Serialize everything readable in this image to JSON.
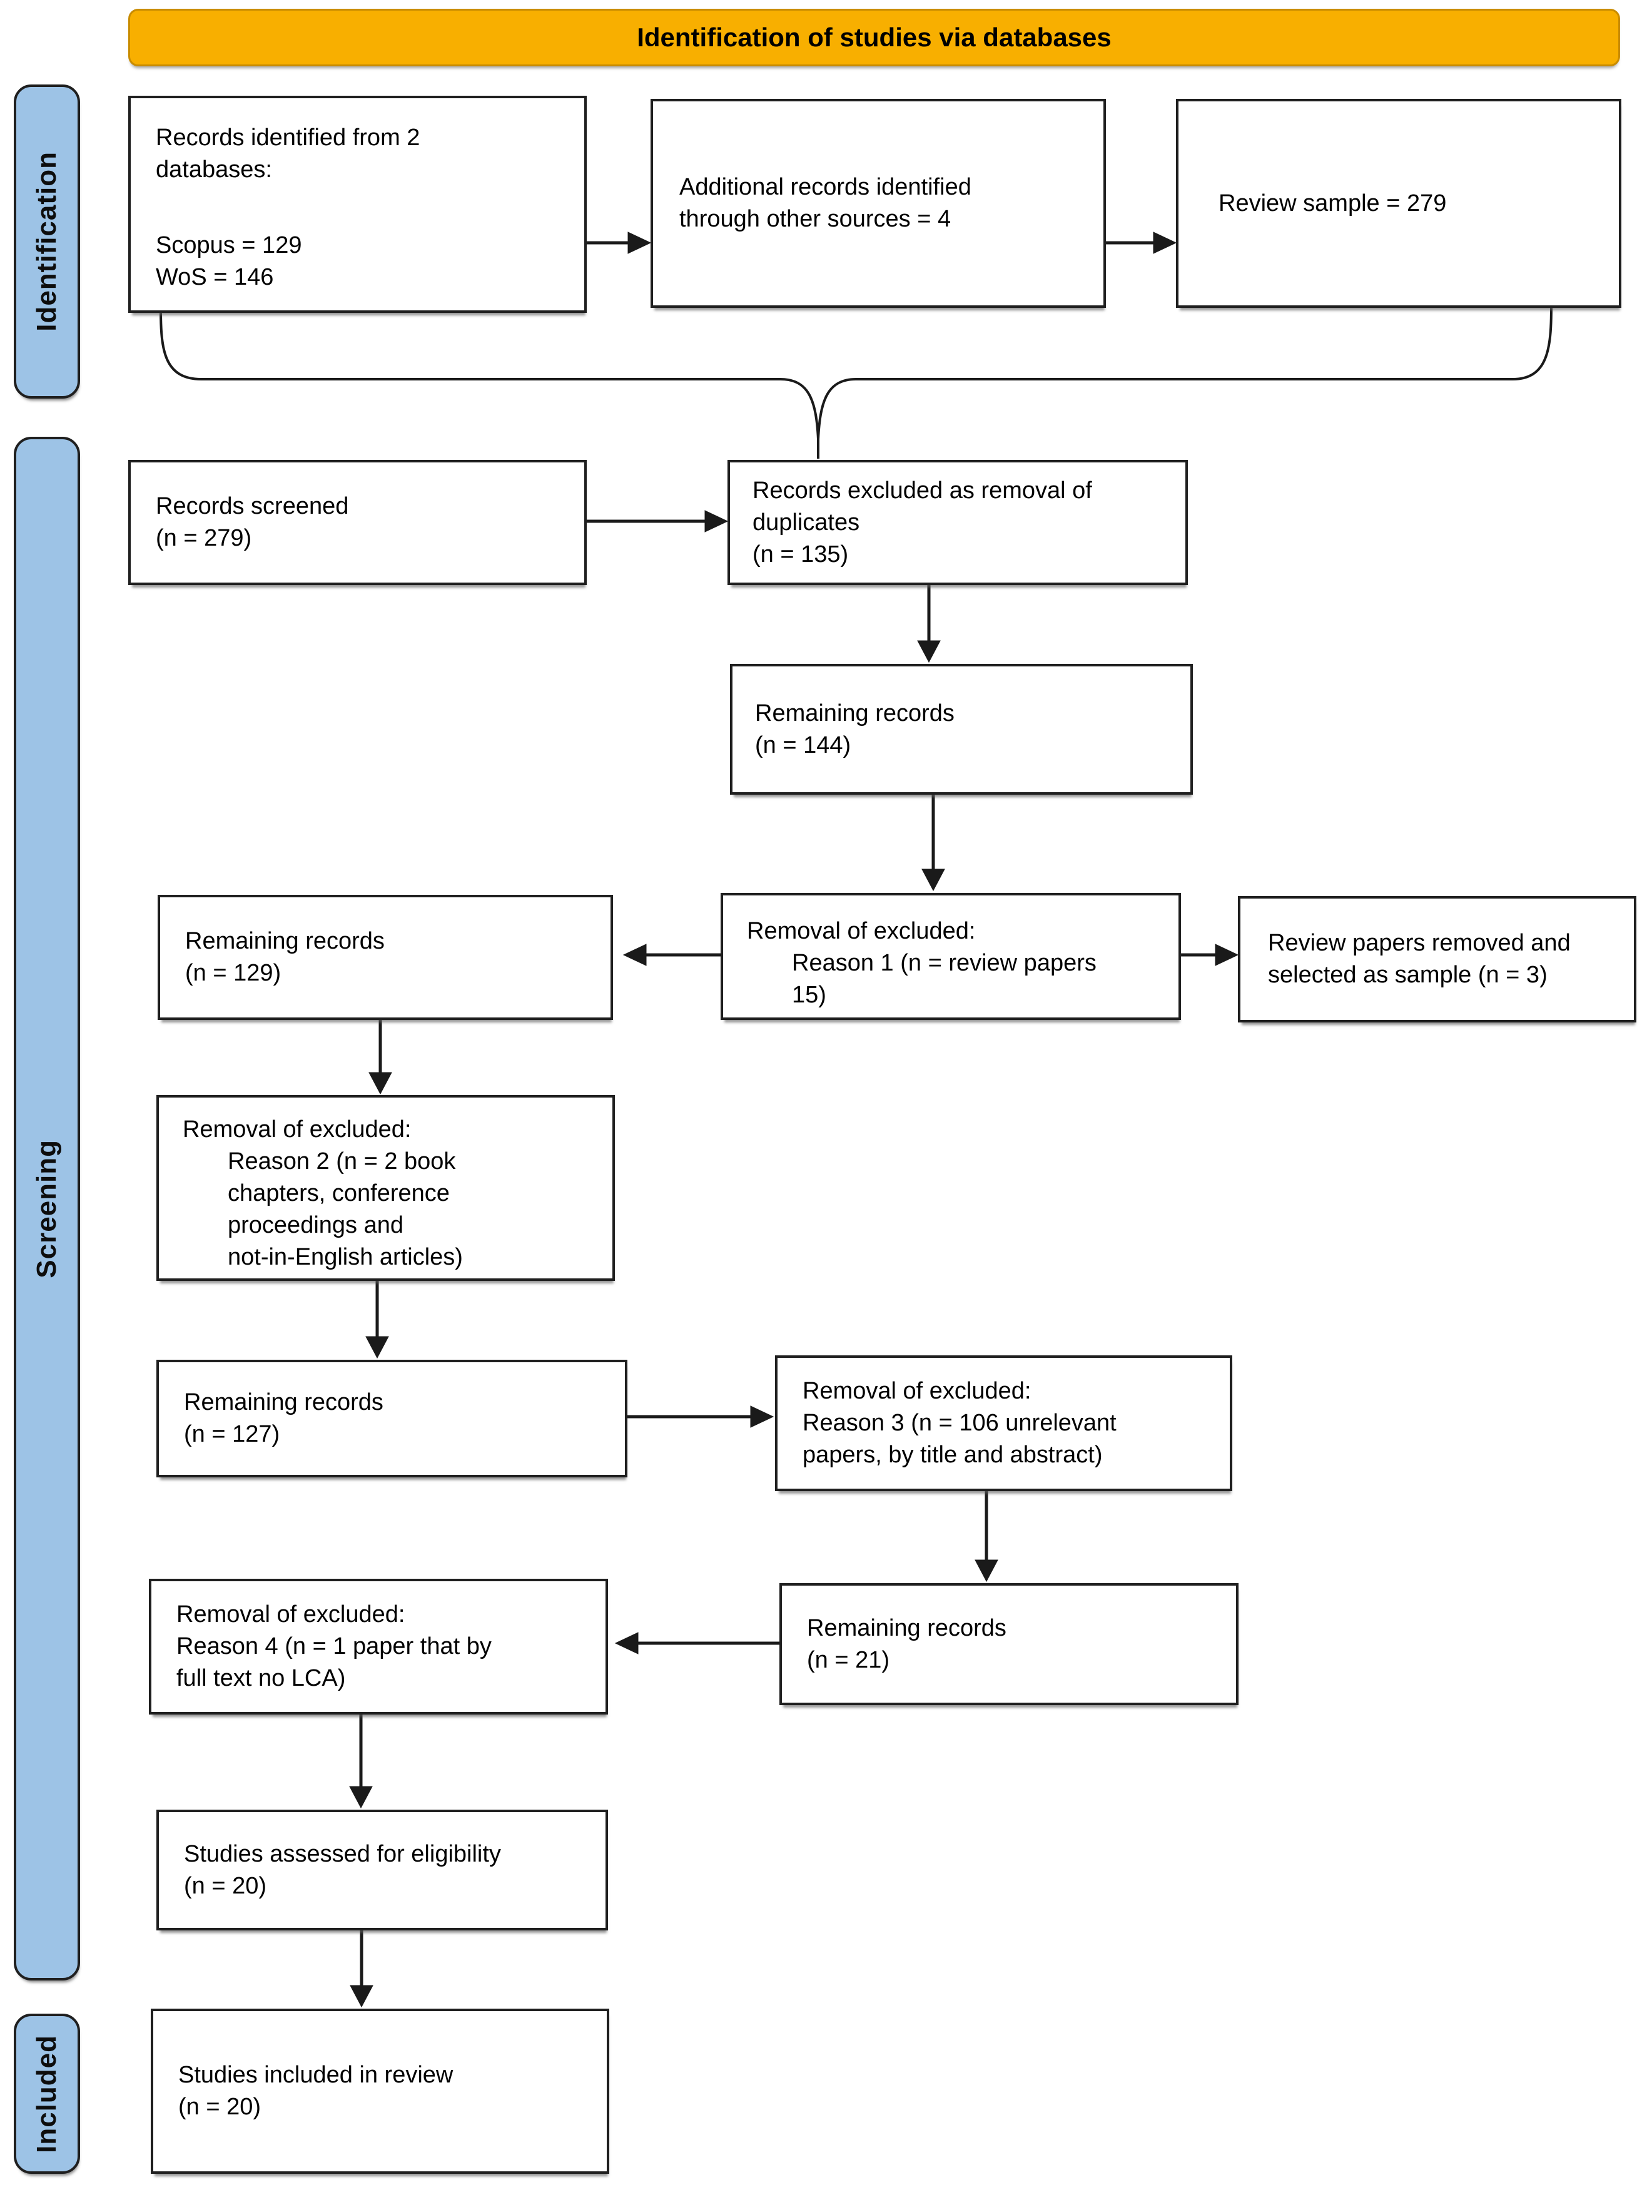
{
  "banner": {
    "title": "Identification of studies via databases"
  },
  "sidebar": {
    "identification": "Identification",
    "screening": "Screening",
    "included": "Included"
  },
  "boxes": {
    "records_identified": {
      "line1": "Records identified from 2",
      "line2": "databases:",
      "scopus": "Scopus = 129",
      "wos": "WoS = 146"
    },
    "additional_records": {
      "line1": "Additional records identified",
      "line2": "through other sources = 4"
    },
    "review_sample": {
      "line1": "Review sample = 279"
    },
    "records_screened": {
      "line1": "Records screened",
      "line2": "(n = 279)"
    },
    "records_excluded_duplicates": {
      "line1": "Records excluded as removal of",
      "line2": "duplicates",
      "line3": "(n = 135)"
    },
    "remaining_144": {
      "line1": "Remaining records",
      "line2": "(n = 144)"
    },
    "removal_reason1": {
      "head": "Removal of excluded:",
      "body": [
        "Reason 1 (n = review papers",
        "15)"
      ]
    },
    "remaining_129": {
      "line1": "Remaining records",
      "line2": "(n = 129)"
    },
    "review_papers_removed": {
      "line1": "Review papers removed and",
      "line2": "selected as sample (n = 3)"
    },
    "removal_reason2": {
      "head": "Removal of excluded:",
      "body": [
        "Reason 2 (n = 2 book",
        "chapters, conference",
        "proceedings and",
        "not-in-English articles)"
      ]
    },
    "remaining_127": {
      "line1": "Remaining records",
      "line2": "(n = 127)"
    },
    "removal_reason3": {
      "head": "Removal of excluded:",
      "body": [
        "Reason 3 (n = 106 unrelevant",
        "papers, by title and abstract)"
      ]
    },
    "remaining_21": {
      "line1": "Remaining records",
      "line2": "(n = 21)"
    },
    "removal_reason4": {
      "head": "Removal of excluded:",
      "body": [
        "Reason 4 (n = 1 paper that by",
        "full text no LCA)"
      ]
    },
    "studies_assessed": {
      "line1": "Studies assessed for eligibility",
      "line2": "(n = 20)"
    },
    "studies_included": {
      "line1": "Studies included in review",
      "line2": "(n = 20)"
    }
  },
  "colors": {
    "banner_fill": "#F8AF00",
    "banner_border": "#C98C00",
    "pill_fill": "#9DC3E6",
    "line_color": "#1A1A1A"
  }
}
